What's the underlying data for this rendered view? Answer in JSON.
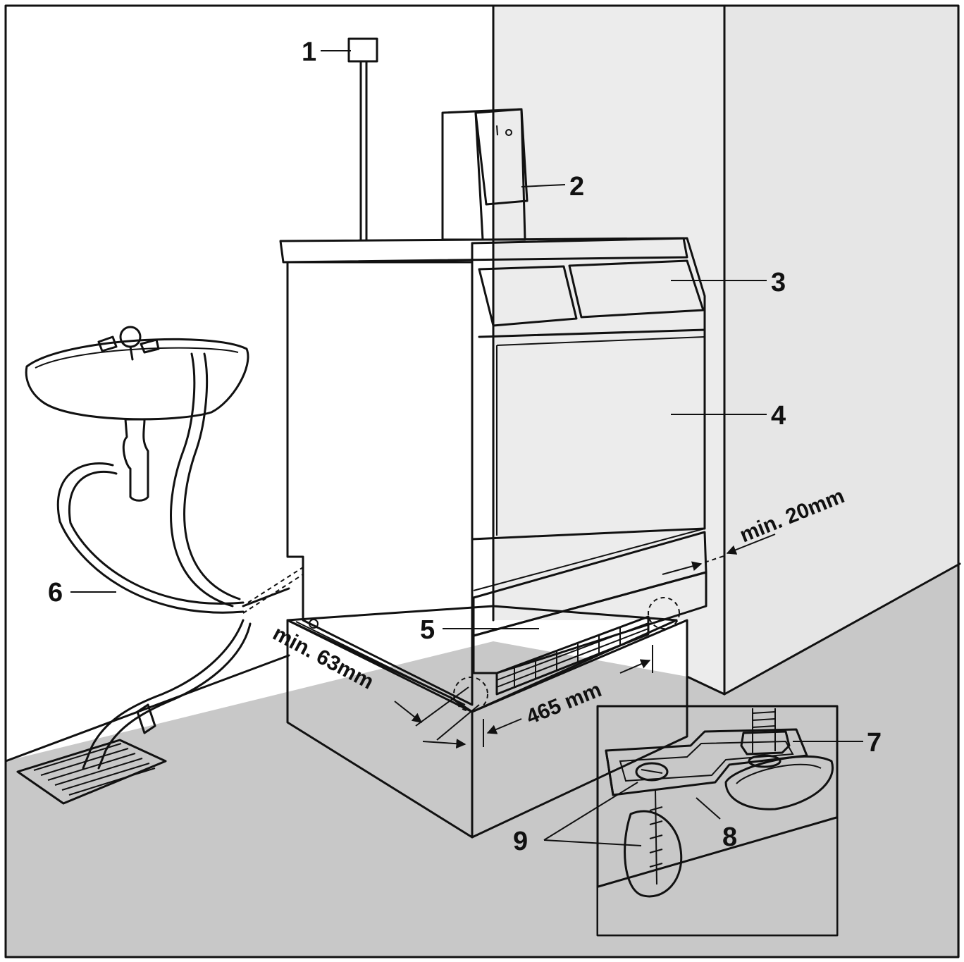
{
  "callouts": {
    "c1": "1",
    "c2": "2",
    "c3": "3",
    "c4": "4",
    "c5": "5",
    "c6": "6",
    "c7": "7",
    "c8": "8",
    "c9": "9"
  },
  "dimensions": {
    "side_clearance": "min. 20mm",
    "rear_clearance": "min. 63mm",
    "plinth_width": "465 mm"
  },
  "colors": {
    "line": "#111111",
    "wall": "#ffffff",
    "side_wall": "#e8e8e8",
    "floor": "#c8c8c8",
    "appliance": "#ffffff"
  }
}
